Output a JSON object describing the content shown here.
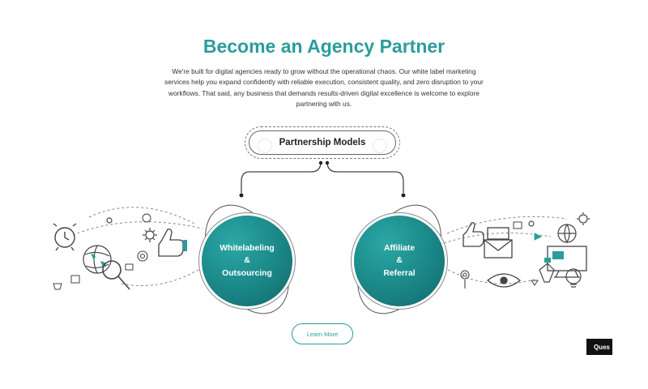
{
  "header": {
    "title": "Become an Agency Partner",
    "intro": "We're built for digital agencies ready to grow without the operational chaos. Our white label marketing services help you expand confidently with reliable execution, consistent quality, and zero disruption to your workflows. That said, any business that demands results-driven digital excellence is welcome to explore partnering with us."
  },
  "models": {
    "label": "Partnership Models",
    "items": [
      {
        "lines": [
          "Whitelabeling",
          "&",
          "Outsourcing"
        ]
      },
      {
        "lines": [
          "Affiliate",
          "&",
          "Referral"
        ]
      }
    ]
  },
  "cta": {
    "label": "Learn More"
  },
  "badge": {
    "label": "Ques"
  },
  "colors": {
    "accent": "#2a9d9c",
    "circle_dark": "#12696b",
    "line": "#555555"
  },
  "icons": [
    "alarm-clock-icon",
    "globe-icon",
    "magnifier-icon",
    "thumbs-up-icon",
    "gear-icon",
    "target-icon",
    "envelope-icon",
    "eye-icon",
    "pen-nib-icon",
    "monitor-icon",
    "chat-bubble-icon",
    "lightbulb-icon"
  ]
}
